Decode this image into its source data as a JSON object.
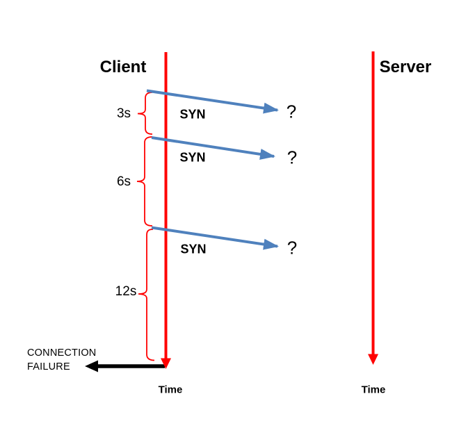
{
  "colors": {
    "timeline": "#ff0000",
    "message": "#4f81bd",
    "failure": "#000000",
    "text": "#000000"
  },
  "diagram": {
    "client": {
      "title": "Client",
      "axis_label": "Time"
    },
    "server": {
      "title": "Server",
      "axis_label": "Time"
    },
    "messages": [
      {
        "label": "SYN",
        "outcome": "?"
      },
      {
        "label": "SYN",
        "outcome": "?"
      },
      {
        "label": "SYN",
        "outcome": "?"
      }
    ],
    "timeouts": [
      {
        "label": "3s"
      },
      {
        "label": "6s"
      },
      {
        "label": "12s"
      }
    ],
    "failure": {
      "line1": "CONNECTION",
      "line2": "FAILURE"
    }
  }
}
